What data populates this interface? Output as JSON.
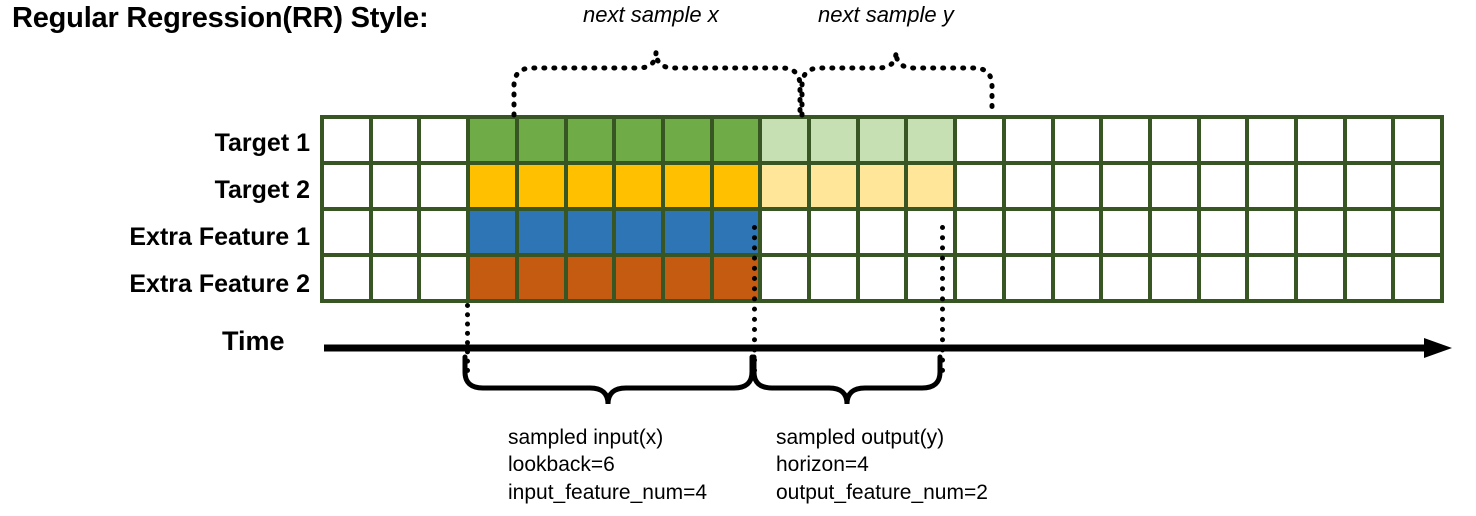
{
  "title": "Regular Regression(RR) Style:",
  "rows": [
    {
      "label": "Target 1",
      "name": "target-1"
    },
    {
      "label": "Target 2",
      "name": "target-2"
    },
    {
      "label": "Extra Feature 1",
      "name": "extra-feature-1"
    },
    {
      "label": "Extra Feature 2",
      "name": "extra-feature-2"
    }
  ],
  "grid": {
    "columns": 23,
    "blank_columns_before": 3,
    "input_columns": 6,
    "output_columns": 4,
    "blank_columns_after": 10,
    "border_color": "#375623",
    "cell_fills": [
      [
        "#ffffff",
        "#ffffff",
        "#ffffff",
        "#6FAB46",
        "#6FAB46",
        "#6FAB46",
        "#6FAB46",
        "#6FAB46",
        "#6FAB46",
        "#C6E0B4",
        "#C6E0B4",
        "#C6E0B4",
        "#C6E0B4",
        "#ffffff",
        "#ffffff",
        "#ffffff",
        "#ffffff",
        "#ffffff",
        "#ffffff",
        "#ffffff",
        "#ffffff",
        "#ffffff",
        "#ffffff"
      ],
      [
        "#ffffff",
        "#ffffff",
        "#ffffff",
        "#FFC000",
        "#FFC000",
        "#FFC000",
        "#FFC000",
        "#FFC000",
        "#FFC000",
        "#FFE699",
        "#FFE699",
        "#FFE699",
        "#FFE699",
        "#ffffff",
        "#ffffff",
        "#ffffff",
        "#ffffff",
        "#ffffff",
        "#ffffff",
        "#ffffff",
        "#ffffff",
        "#ffffff",
        "#ffffff"
      ],
      [
        "#ffffff",
        "#ffffff",
        "#ffffff",
        "#2E75B6",
        "#2E75B6",
        "#2E75B6",
        "#2E75B6",
        "#2E75B6",
        "#2E75B6",
        "#ffffff",
        "#ffffff",
        "#ffffff",
        "#ffffff",
        "#ffffff",
        "#ffffff",
        "#ffffff",
        "#ffffff",
        "#ffffff",
        "#ffffff",
        "#ffffff",
        "#ffffff",
        "#ffffff",
        "#ffffff"
      ],
      [
        "#ffffff",
        "#ffffff",
        "#ffffff",
        "#C55A11",
        "#C55A11",
        "#C55A11",
        "#C55A11",
        "#C55A11",
        "#C55A11",
        "#ffffff",
        "#ffffff",
        "#ffffff",
        "#ffffff",
        "#ffffff",
        "#ffffff",
        "#ffffff",
        "#ffffff",
        "#ffffff",
        "#ffffff",
        "#ffffff",
        "#ffffff",
        "#ffffff",
        "#ffffff"
      ]
    ]
  },
  "time_axis": {
    "label": "Time"
  },
  "top_annotations": {
    "x": "next sample x",
    "y": "next sample y"
  },
  "bottom_annotations": {
    "input": {
      "title": "sampled input(x)",
      "line2": "lookback=6",
      "line3": "input_feature_num=4"
    },
    "output": {
      "title": "sampled output(y)",
      "line2": "horizon=4",
      "line3": "output_feature_num=2"
    }
  }
}
